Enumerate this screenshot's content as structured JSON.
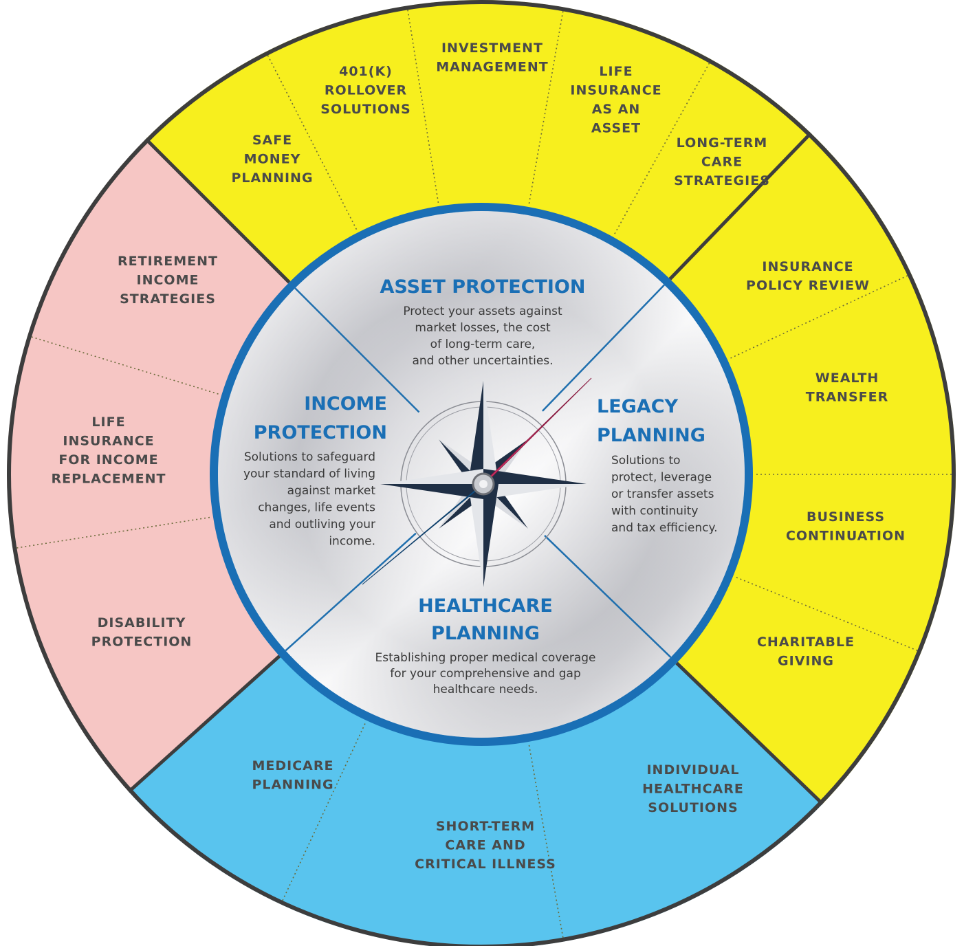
{
  "colors": {
    "asset_yellow": "#f7ef1e",
    "legacy_yellow": "#f7ef1e",
    "income_pink": "#f6c6c4",
    "healthcare_blue": "#59c4ee",
    "blue_accent": "#1a6fb5",
    "needle_red": "#d8336a",
    "needle_blue": "#1a6fb5"
  },
  "asset_protection": {
    "title": "ASSET PROTECTION",
    "desc": [
      "Protect your assets against",
      "market losses, the cost",
      "of long-term care,",
      "and other uncertainties."
    ]
  },
  "income_protection": {
    "title": [
      "INCOME",
      "PROTECTION"
    ],
    "desc": [
      "Solutions to safeguard",
      "your standard of living",
      "against market",
      "changes, life events",
      "and outliving your",
      "income."
    ]
  },
  "legacy_planning": {
    "title": [
      "LEGACY",
      "PLANNING"
    ],
    "desc": [
      "Solutions to",
      "protect, leverage",
      "or transfer assets",
      "with continuity",
      "and tax efficiency."
    ]
  },
  "healthcare_planning": {
    "title": [
      "HEALTHCARE",
      "PLANNING"
    ],
    "desc": [
      "Establishing proper medical coverage",
      "for your comprehensive and gap",
      "healthcare needs."
    ]
  },
  "outer_segments": {
    "asset": [
      {
        "id": "safe-money-planning",
        "lines": [
          "SAFE",
          "MONEY",
          "PLANNING"
        ]
      },
      {
        "id": "401k-rollover-solutions",
        "lines": [
          "401(K)",
          "ROLLOVER",
          "SOLUTIONS"
        ]
      },
      {
        "id": "investment-management",
        "lines": [
          "INVESTMENT",
          "MANAGEMENT"
        ]
      },
      {
        "id": "life-insurance-as-an-asset",
        "lines": [
          "LIFE",
          "INSURANCE",
          "AS AN",
          "ASSET"
        ]
      },
      {
        "id": "long-term-care-strategies",
        "lines": [
          "LONG-TERM",
          "CARE",
          "STRATEGIES"
        ]
      }
    ],
    "legacy": [
      {
        "id": "insurance-policy-review",
        "lines": [
          "INSURANCE",
          "POLICY REVIEW"
        ]
      },
      {
        "id": "wealth-transfer",
        "lines": [
          "WEALTH",
          "TRANSFER"
        ]
      },
      {
        "id": "business-continuation",
        "lines": [
          "BUSINESS",
          "CONTINUATION"
        ]
      },
      {
        "id": "charitable-giving",
        "lines": [
          "CHARITABLE",
          "GIVING"
        ]
      }
    ],
    "healthcare": [
      {
        "id": "individual-healthcare-solutions",
        "lines": [
          "INDIVIDUAL",
          "HEALTHCARE",
          "SOLUTIONS"
        ]
      },
      {
        "id": "short-term-care-and-critical-illness",
        "lines": [
          "SHORT-TERM",
          "CARE AND",
          "CRITICAL ILLNESS"
        ]
      },
      {
        "id": "medicare-planning",
        "lines": [
          "MEDICARE",
          "PLANNING"
        ]
      }
    ],
    "income": [
      {
        "id": "disability-protection",
        "lines": [
          "DISABILITY",
          "PROTECTION"
        ]
      },
      {
        "id": "life-insurance-for-income-replacement",
        "lines": [
          "LIFE",
          "INSURANCE",
          "FOR INCOME",
          "REPLACEMENT"
        ]
      },
      {
        "id": "retirement-income-strategies",
        "lines": [
          "RETIREMENT",
          "INCOME",
          "STRATEGIES"
        ]
      }
    ]
  }
}
